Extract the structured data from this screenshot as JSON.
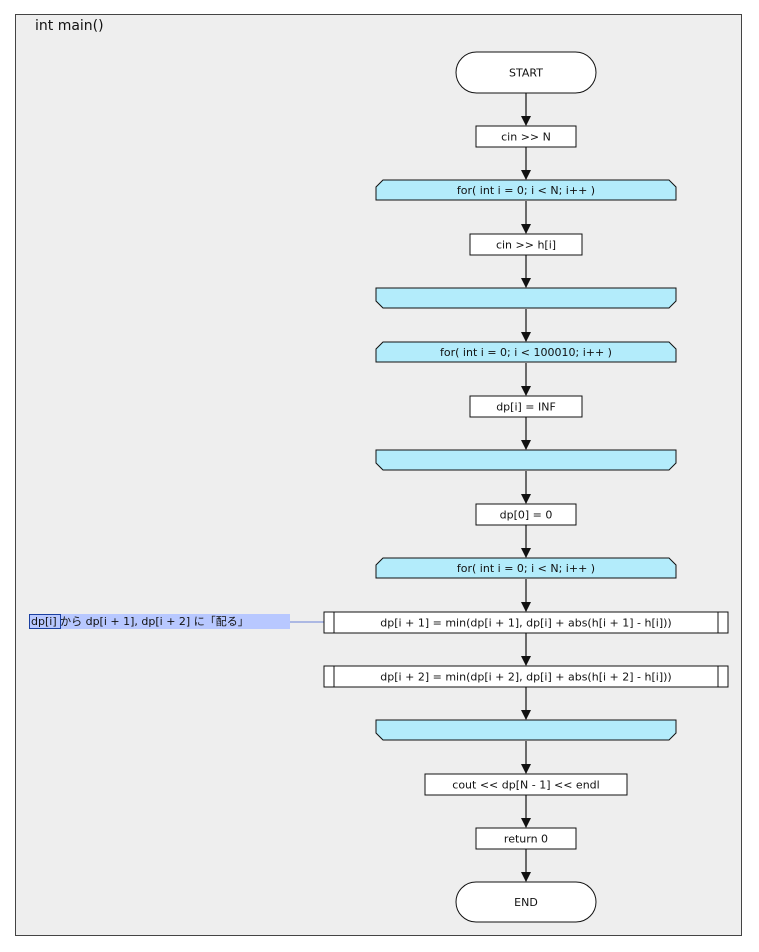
{
  "function_title": "int main()",
  "nodes": {
    "start": "START",
    "read_n": "cin >> N",
    "loop1": "for( int i = 0; i < N; i++ )",
    "read_h": "cin >> h[i]",
    "loop1_end": "",
    "loop2": "for( int i = 0; i < 100010; i++ )",
    "init_dp": "dp[i] = INF",
    "loop2_end": "",
    "dp0": "dp[0] = 0",
    "loop3": "for( int i = 0; i < N; i++ )",
    "update1": "dp[i + 1] = min(dp[i + 1], dp[i] + abs(h[i + 1] - h[i]))",
    "update2": "dp[i + 2] = min(dp[i + 2], dp[i] + abs(h[i + 2] - h[i]))",
    "loop3_end": "",
    "output": "cout << dp[N - 1] << endl",
    "ret": "return 0",
    "end": "END"
  },
  "comment": "dp[i] から dp[i + 1], dp[i + 2] に「配る」",
  "colors": {
    "loop_fill": "#b3ecfb",
    "comment_fill": "#b8c8ff",
    "background": "#eeeeee"
  }
}
